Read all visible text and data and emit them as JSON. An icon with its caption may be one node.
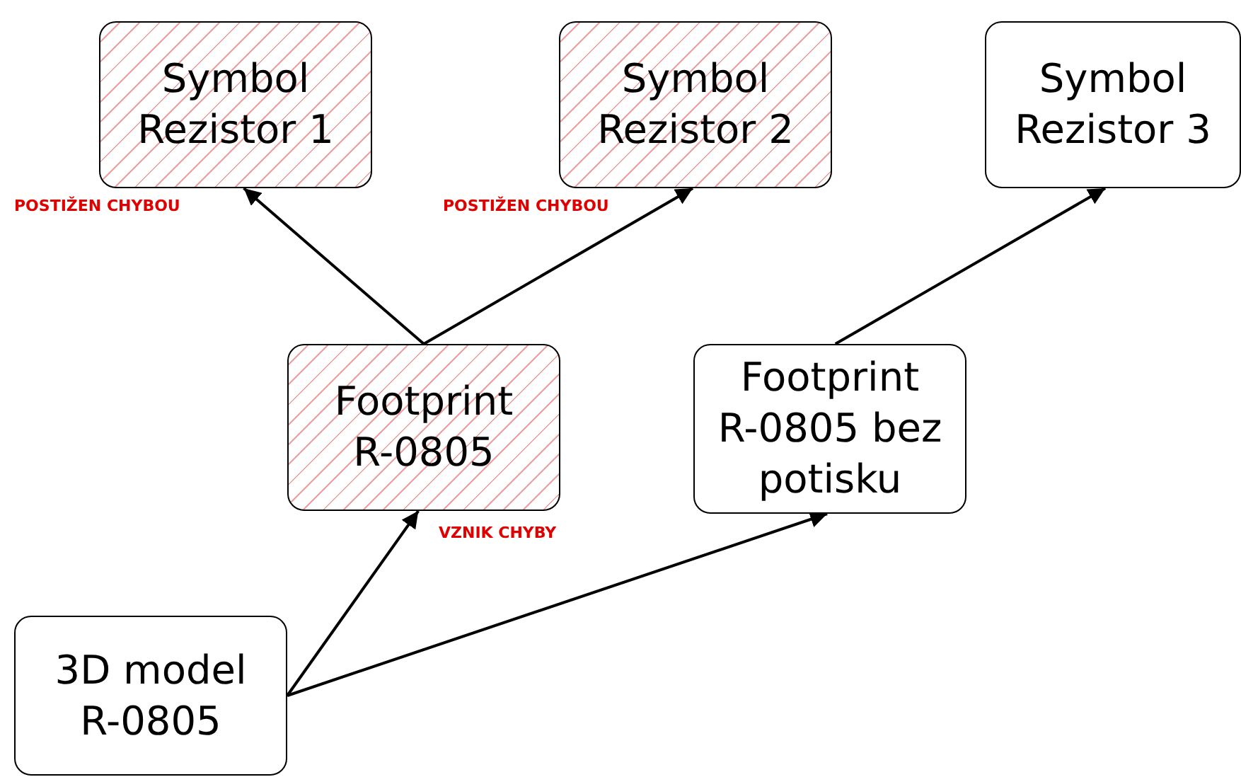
{
  "diagram": {
    "nodes": [
      {
        "text": [
          "Symbol Rezistor 1"
        ],
        "beside": [
          "POSTIŽEN CHYBOU"
        ]
      },
      {
        "text": [
          "Symbol Rezistor 2"
        ],
        "beside": [
          "POSTIŽEN CHYBOU"
        ]
      },
      {
        "text": [
          "Symbol Rezistor 3"
        ]
      },
      {
        "text": [
          "Footprint R-0805"
        ],
        "beside": [
          "VZNIK CHYBY"
        ]
      },
      {
        "text": [
          "Footprint R-0805 bez potisku"
        ]
      },
      {
        "text": [
          "3D model R-0805"
        ]
      }
    ],
    "edges": [
      {
        "from": 3,
        "to": 0,
        "arrow": "to"
      },
      {
        "from": 3,
        "to": 1,
        "arrow": "to"
      },
      {
        "from": 4,
        "to": 2,
        "arrow": "to"
      },
      {
        "from": 5,
        "to": 3,
        "arrow": "to"
      },
      {
        "from": 5,
        "to": 4,
        "arrow": "to"
      }
    ]
  }
}
